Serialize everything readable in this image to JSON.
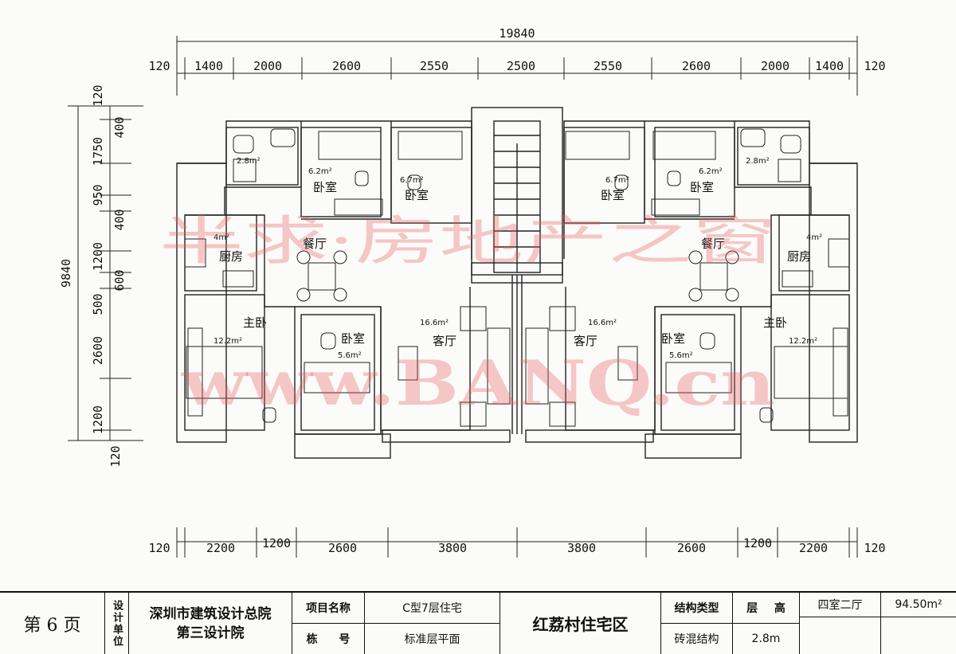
{
  "top_dims": {
    "total": "19840",
    "segments": [
      "120",
      "1400",
      "2000",
      "2600",
      "2550",
      "2500",
      "2550",
      "2600",
      "2000",
      "1400",
      "120"
    ]
  },
  "bottom_dims": {
    "segments": [
      "120",
      "2200",
      "1200",
      "2600",
      "3800",
      "3800",
      "2600",
      "1200",
      "2200",
      "120"
    ]
  },
  "left_dims": {
    "total": "9840",
    "segments": [
      "120",
      "400",
      "1750",
      "950",
      "400",
      "1200",
      "600",
      "500",
      "2600",
      "1200",
      "120"
    ]
  },
  "rooms": {
    "bath": "2.8m²",
    "bed1_area": "6.2m²",
    "bed2_area": "6.7m²",
    "bedroom": "卧室",
    "dining": "餐厅",
    "kitchen": "厨房",
    "kitchen_area": "4m²",
    "master": "主卧",
    "master_area": "12.2m²",
    "bed3_area": "5.6m²",
    "living": "客厅",
    "living_area": "16.6m²"
  },
  "watermark": {
    "line1": "半求·房地产之窗",
    "line2": "www.BANQ.cn"
  },
  "title_block": {
    "page": "第 6 页",
    "design_unit_label": "设计单位",
    "design_unit_line1": "深圳市建筑设计总院",
    "design_unit_line2": "第三设计院",
    "project_name_label": "项目名称",
    "project_name": "C型7层住宅",
    "building_no_label": "栋 号",
    "building_no": "标准层平面",
    "district": "红荔村住宅区",
    "structure_label": "结构类型",
    "structure": "砖混结构",
    "floor_height_label": "层 高",
    "floor_height": "2.8m",
    "layout": "四室二厅",
    "area": "94.50m²"
  }
}
